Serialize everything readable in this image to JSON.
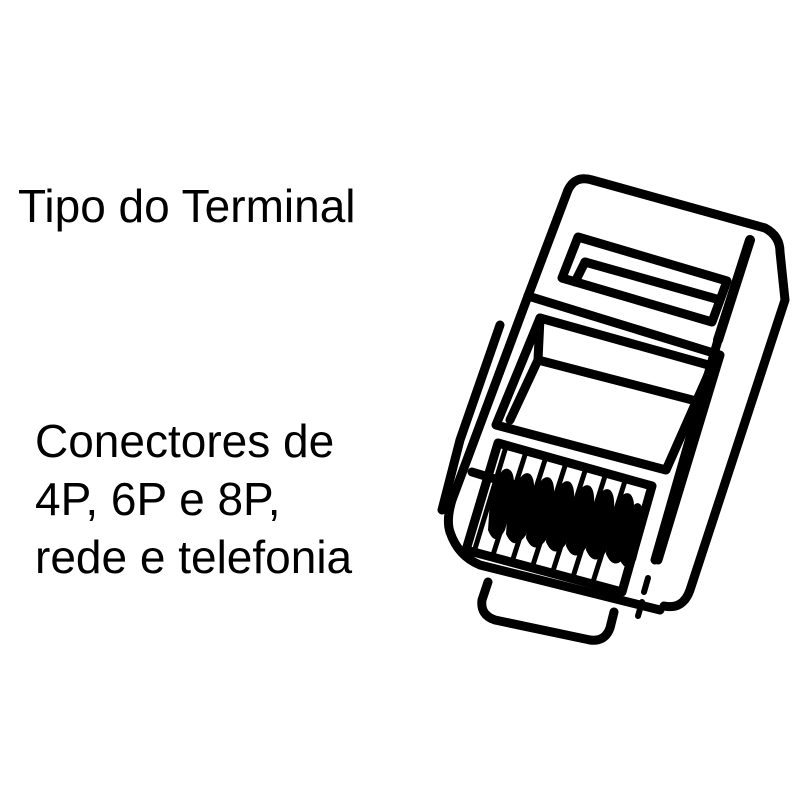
{
  "title": "Tipo do Terminal",
  "description": {
    "lines": [
      "Conectores de",
      "4P, 6P e 8P,",
      "rede e telefonia"
    ]
  },
  "illustration": {
    "subject": "RJ modular connector plug (8 contacts)",
    "contact_count": 8,
    "stroke_color": "#000000",
    "background_color": "#ffffff"
  }
}
